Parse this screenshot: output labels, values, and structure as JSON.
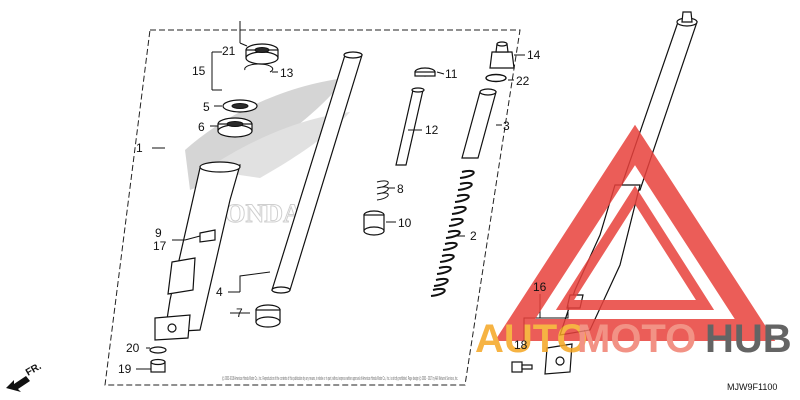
{
  "diagram": {
    "code": "MJW9F1100",
    "direction_label": "FR.",
    "copyright": "(c) 2003-2018 American Honda Motor Co., Inc. Reproduction of the contents of this publication by any means, in whole or in part, without express written approval of American Honda Motor Co., Inc. is strictly prohibited. Page design (c) 2003 - 2017 by ARI Network Services, Inc.",
    "background_mark": "HONDA"
  },
  "watermark": {
    "text_auto": "AUTO",
    "text_moto": "MOTO",
    "text_hub": "HUB",
    "colors": {
      "auto": "#f5a623",
      "moto": "#f08070",
      "hub": "#4a4a4a",
      "triangle": "#e8413c"
    }
  },
  "callouts": {
    "c1": "1",
    "c2": "2",
    "c3": "3",
    "c4": "4",
    "c5": "5",
    "c6": "6",
    "c7": "7",
    "c8": "8",
    "c9": "9",
    "c10": "10",
    "c11": "11",
    "c12": "12",
    "c13": "13",
    "c14": "14",
    "c15": "15",
    "c16": "16",
    "c17": "17",
    "c18": "18",
    "c19": "19",
    "c20": "20",
    "c21": "21",
    "c22": "22"
  }
}
